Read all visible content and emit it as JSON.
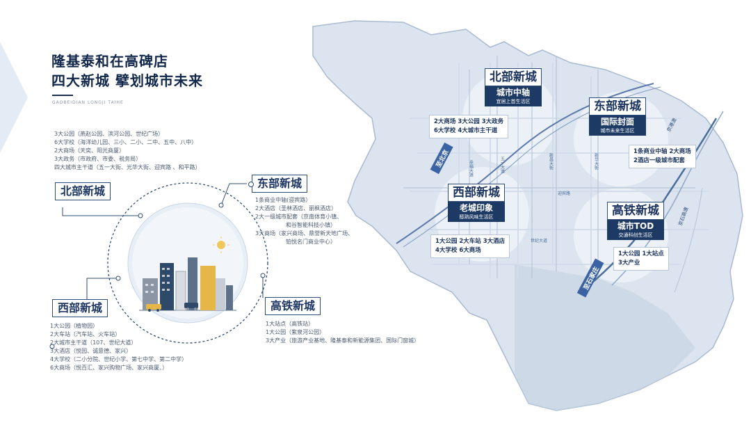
{
  "title": {
    "line1": "隆基泰和在高碑店",
    "line2": "四大新城 擘划城市未来",
    "subtitle": "GAOBEIDIAN LONGJI TAIHE"
  },
  "north_features": [
    "3大公园（燕赵公园、滨河公园、世纪广场）",
    "6大学校（海洋幼儿园、三小、二小、二中、五中、八中）",
    "2大商场（天奕、阳光商厦）",
    "3大政务（市政府、市委、税务局）",
    "四大城市主干道（五一大街、光华大街、迎宾路 、和平路）"
  ],
  "east_features": [
    "1条商业中轴(迎宾路）",
    "2大酒店（圣林酒店、丽枫酒店）",
    "2大一级城市配套（京南体育小镇、",
    "和谷智能科技小镇）",
    "3大商场（家兴商场、鼎誉新天地广场、",
    "铂悦名门商业中心）"
  ],
  "west_features": [
    "1大公园（植物园）",
    "2大车站（汽车站、火车站）",
    "2大城市主干道（107、世纪大道）",
    "3大酒店（悦园、诚意德、家兴）",
    "4大学校（二小分院、世纪小学、第七中学、第二中学）",
    "6大商场（悦百汇、家兴购物广场、家兴商厦、）"
  ],
  "hsr_features": [
    "1大站点（高铁站）",
    "1大公园（紫泉河公园）",
    "3大产业（旅游产业基地、隆基泰和新能源集团、国际门窗城）"
  ],
  "district_labels": {
    "north": "北部新城",
    "east": "东部新城",
    "west": "西部新城",
    "hsr": "高铁新城"
  },
  "map_cards": {
    "north": {
      "name": "北部新城",
      "tag": "城市中轴",
      "sub": "宜居上首生活区"
    },
    "east": {
      "name": "东部新城",
      "tag": "国际封面",
      "sub": "城市未来生活区"
    },
    "west": {
      "name": "西部新城",
      "tag": "老城印象",
      "sub": "醇熟风味生活区"
    },
    "hsr": {
      "name": "高铁新城",
      "tag": "城市TOD",
      "sub": "交通科创生活区"
    }
  },
  "map_features": {
    "north": [
      "2大商场 3大公园 3大政务",
      "6大学校 4大城市主干道"
    ],
    "east": [
      "1条商业中轴 2大商场",
      "2酒店一级城市配套"
    ],
    "west": [
      "1大公园 2大车站 3大酒店",
      "4大学校 6大商场"
    ],
    "hsr": [
      "1大公园 1大站点",
      "3大产业"
    ]
  },
  "road_labels": {
    "zhibeijing": "至北京",
    "zhishijiazhuang": "至石家庄",
    "r1": "幸福大道",
    "r2": "五一大道",
    "r3": "新昌大街",
    "r4": "新华大街",
    "r5": "迎宾路",
    "r6": "世纪大道",
    "r7": "京港澳",
    "r8": "京石高速"
  },
  "colors": {
    "navy": "#1d3a64",
    "map_fill": "#dbe4ef",
    "map_stroke": "#a9bad0",
    "accent_blue": "#3b62a3"
  }
}
